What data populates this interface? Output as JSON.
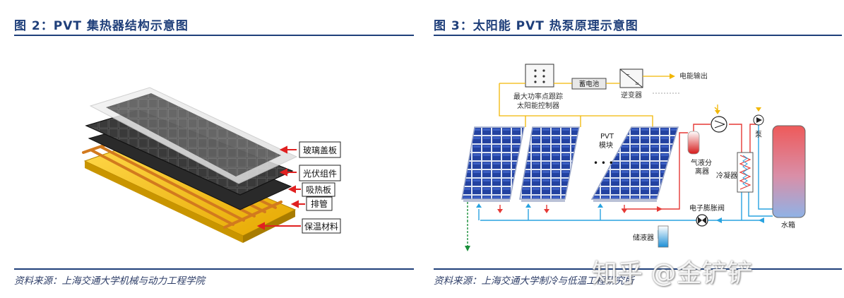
{
  "left_figure": {
    "title": "图 2：PVT 集热器结构示意图",
    "labels": {
      "glass_cover": "玻璃盖板",
      "pv_module": "光伏组件",
      "absorber": "吸热板",
      "pipes": "排管",
      "insulation": "保温材料"
    },
    "source": "资料来源：上海交通大学机械与动力工程学院"
  },
  "right_figure": {
    "title": "图 3：太阳能 PVT 热泵原理示意图",
    "labels": {
      "mppt_line1": "最大功率点跟踪",
      "mppt_line2": "太阳能控制器",
      "battery": "蓄电池",
      "inverter": "逆变器",
      "power_output": "电能输出",
      "pvt_line1": "PVT",
      "pvt_line2": "模块",
      "ellipsis": "• • •",
      "separator_line1": "气液分",
      "separator_line2": "离器",
      "compressor_label": "泵",
      "condenser": "冷凝器",
      "expansion_valve": "电子膨胀阀",
      "receiver": "储液器",
      "tank": "水箱"
    },
    "source": "资料来源：上海交通大学制冷与低温工程研究所"
  },
  "watermark": "知乎 @金铲铲",
  "colors": {
    "title_blue": "#1f3f7a",
    "label_red": "#e02020",
    "pipe_red": "#e53935",
    "pipe_blue": "#29a3e0",
    "wire_yellow": "#f2b705",
    "panel_blue": "#233f9e",
    "insulation_gold": "#f0c419"
  }
}
